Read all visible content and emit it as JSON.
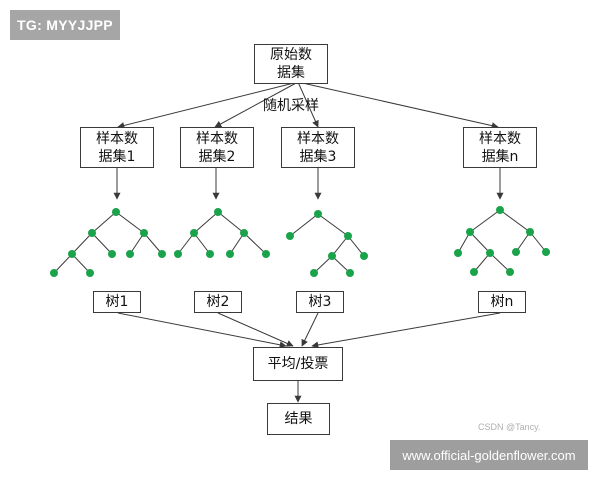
{
  "watermark": {
    "tg": "TG: MYYJJPP",
    "site": "www.official-goldenflower.com",
    "csdn": "CSDN @Tancy."
  },
  "root": {
    "label": "原始数\n据集"
  },
  "sampling_label": "随机采样",
  "samples": [
    {
      "label": "样本数\n据集1"
    },
    {
      "label": "样本数\n据集2"
    },
    {
      "label": "样本数\n据集3"
    },
    {
      "label": "样本数\n据集n"
    }
  ],
  "trees": [
    {
      "label": "树1"
    },
    {
      "label": "树2"
    },
    {
      "label": "树3"
    },
    {
      "label": "树n"
    }
  ],
  "aggregate": {
    "label": "平均/投票"
  },
  "result": {
    "label": "结果"
  },
  "colors": {
    "node_green": "#1aa34a",
    "line": "#3a3a3a"
  }
}
